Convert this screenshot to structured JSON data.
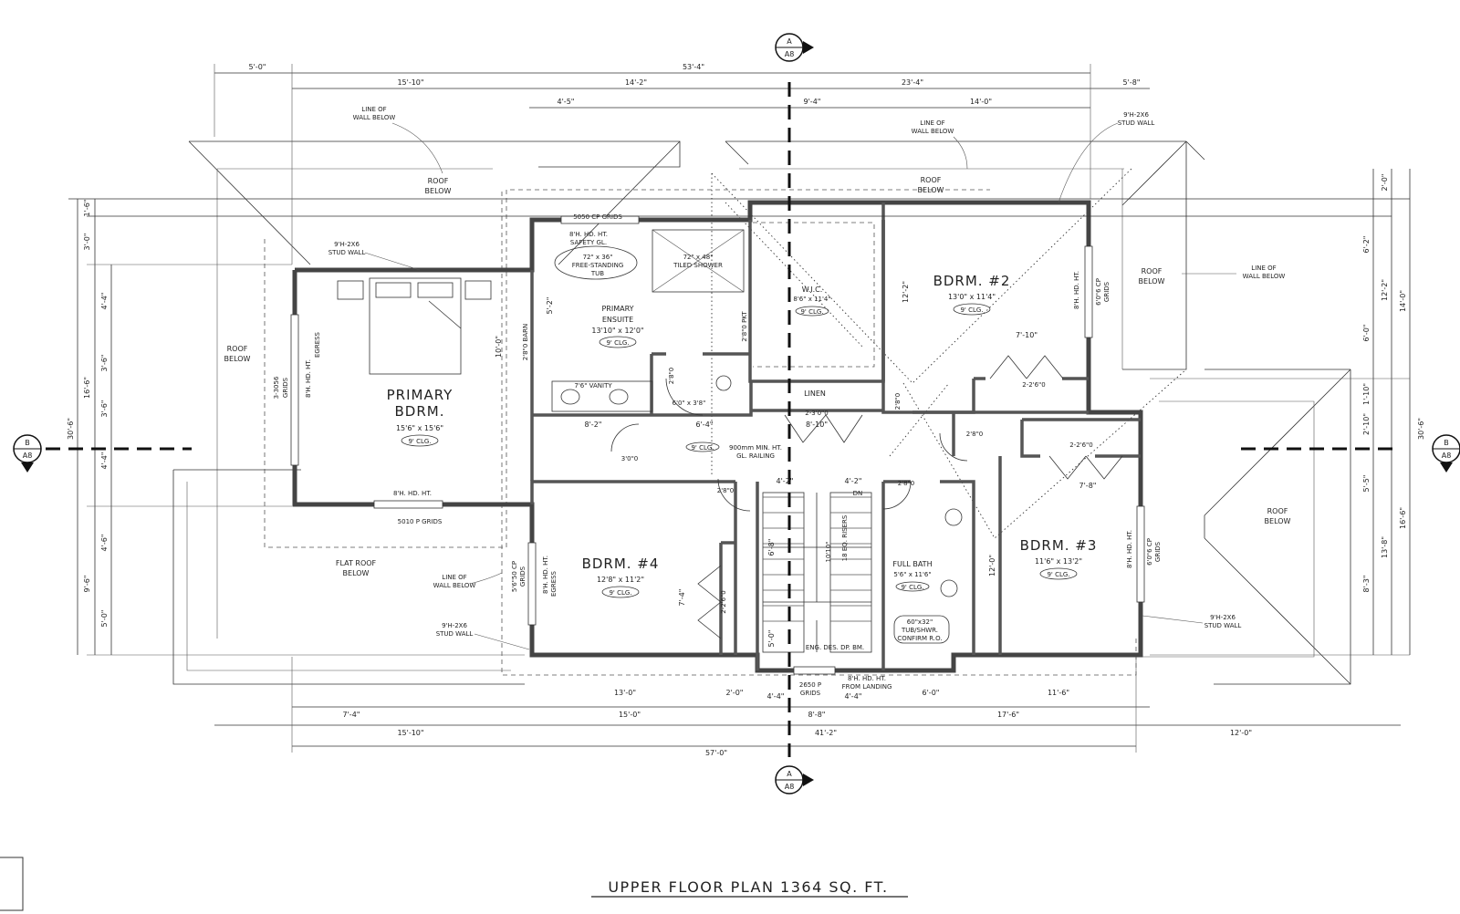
{
  "plan_title": "UPPER FLOOR PLAN  1364 SQ. FT.",
  "section_markers": {
    "top": {
      "letter": "A",
      "sheet": "A8"
    },
    "bottom": {
      "letter": "A",
      "sheet": "A8"
    },
    "left": {
      "letter": "B",
      "sheet": "A8"
    },
    "right": {
      "letter": "B",
      "sheet": "A8"
    }
  },
  "rooms": {
    "primary_bdrm": {
      "name": "PRIMARY",
      "name2": "BDRM.",
      "size": "15'6\" x 15'6\"",
      "ceiling": "9' CLG."
    },
    "primary_ensuite": {
      "name": "PRIMARY",
      "name2": "ENSUITE",
      "size": "13'10\" x 12'0\"",
      "ceiling": "9' CLG."
    },
    "wic": {
      "name": "W.I.C.",
      "size": "8'6\" x 11'4\"",
      "ceiling": "9' CLG."
    },
    "bdrm2": {
      "name": "BDRM. #2",
      "size": "13'0\" x 11'4\"",
      "ceiling": "9' CLG."
    },
    "bdrm3": {
      "name": "BDRM. #3",
      "size": "11'6\" x 13'2\"",
      "ceiling": "9' CLG."
    },
    "bdrm4": {
      "name": "BDRM. #4",
      "size": "12'8\" x 11'2\"",
      "ceiling": "9' CLG."
    },
    "full_bath": {
      "name": "FULL BATH",
      "size": "5'6\" x 11'6\"",
      "ceiling": "9' CLG."
    },
    "hall": {
      "ceiling": "9' CLG."
    },
    "linen": {
      "name": "LINEN"
    }
  },
  "labels": {
    "roof_below": "ROOF BELOW",
    "roof": "ROOF",
    "below": "BELOW",
    "flat_roof": "FLAT ROOF",
    "line_of": "LINE OF",
    "wall_below": "WALL BELOW",
    "stud_wall_1": "9'H-2X6",
    "stud_wall_2": "STUD WALL",
    "tub": "72\" x 36\"",
    "tub2": "FREE-STANDING",
    "tub3": "TUB",
    "shower": "72\" x 48\"",
    "shower2": "TILED SHOWER",
    "vanity": "7'6\" VANITY",
    "wc": "6'0\" x 3'8\"",
    "window_top": "5050 CP GRIDS",
    "window_top2": "8'H. HD. HT.",
    "window_top3": "SAFETY GL.",
    "window_primary": "5010 P GRIDS",
    "window_hd": "8'H. HD. HT.",
    "egress": "EGRESS",
    "railing": "900mm MIN. HT.",
    "railing2": "GL. RAILING",
    "risers": "18 EQ. RISERS",
    "stair_width": "10'10\"",
    "dn": "DN",
    "beam": "ENG. DES. DP. BM.",
    "landing_window": "2650 P",
    "landing_window2": "GRIDS",
    "landing_window3": "8'H. HD. HT.",
    "landing_window4": "FROM LANDING",
    "tub_shower": "60\"x32\"",
    "tub_shower2": "TUB/SHWR.",
    "tub_shower3": "CONFIRM R.O.",
    "barn": "2'8\"0 BARN",
    "pkt": "2'8\"0 PKT",
    "door_280": "2'8\"0",
    "door_2280": "2-2'6\"0",
    "door_2380": "2-3'0\"0",
    "door_3080": "3'0\"0",
    "window_side": "3-3056",
    "grids": "GRIDS",
    "cp_grids_1": "6'0\"6 CP",
    "cp_grids_2": "5'6\"50 CP"
  },
  "dimensions": {
    "top": [
      "5'-0\"",
      "53'-4\"",
      "15'-10\"",
      "14'-2\"",
      "23'-4\"",
      "5'-8\"",
      "4'-5\"",
      "9'-4\"",
      "14'-0\""
    ],
    "bottom": [
      "13'-0\"",
      "2'-0\"",
      "4'-4\"",
      "4'-4\"",
      "6'-0\"",
      "11'-6\"",
      "7'-4\"",
      "15'-10\"",
      "15'-0\"",
      "8'-8\"",
      "17'-6\"",
      "41'-2\"",
      "12'-0\"",
      "57'-0\""
    ],
    "left": [
      "1'-6\"",
      "3'-0\"",
      "4'-4\"",
      "3'-6\"",
      "3'-6\"",
      "4'-4\"",
      "4'-6\"",
      "5'-0\"",
      "16'-6\"",
      "9'-6\"",
      "30'-6\""
    ],
    "right": [
      "2'-0\"",
      "6'-2\"",
      "6'-0\"",
      "1'-10\"",
      "2'-10\"",
      "5'-5\"",
      "8'-3\"",
      "12'-2\"",
      "13'-8\"",
      "14'-0\"",
      "16'-6\"",
      "30'-6\""
    ],
    "interior": [
      "8'-2\"",
      "6'-4\"",
      "8'-10\"",
      "4'-2\"",
      "4'-2\"",
      "7'-10\"",
      "7'-8\"",
      "12'-2\"",
      "12'-0\"",
      "10'-0\"",
      "5'-2\"",
      "6'-8\"",
      "5'-0\"",
      "7'-4\""
    ]
  }
}
